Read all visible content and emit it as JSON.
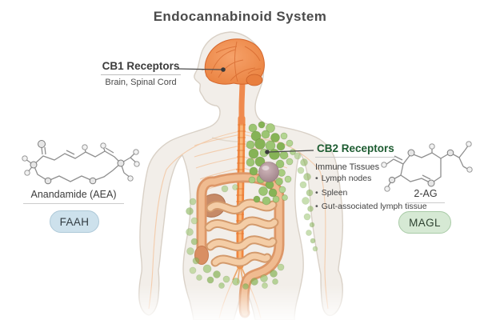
{
  "title": "Endocannabinoid System",
  "cb1": {
    "label": "CB1 Receptors",
    "subtitle": "Brain, Spinal Cord"
  },
  "cb2": {
    "label": "CB2 Receptors",
    "subtitle": "Immune Tissues",
    "bullet_char": "•",
    "bullets": [
      "Lymph nodes",
      "Spleen",
      "Gut-associated lymph tissue"
    ]
  },
  "left_molecule": {
    "name": "Anandamide (AEA)",
    "enzyme": "FAAH"
  },
  "right_molecule": {
    "name": "2-AG",
    "enzyme": "MAGL"
  },
  "colors": {
    "brain_orange": "#ef8a4e",
    "spine_orange": "#f08640",
    "nerve_light_orange": "#f4bc8e",
    "lymph_green": "#86b356",
    "cb2_text_green": "#1d5c31",
    "spleen_mauve": "#b79aa1",
    "intestine_salmon": "#dd9768",
    "faah_badge_blue": "#cde1ec",
    "magl_badge_green": "#d6e9d4",
    "body_fill": "#f2eee9"
  }
}
